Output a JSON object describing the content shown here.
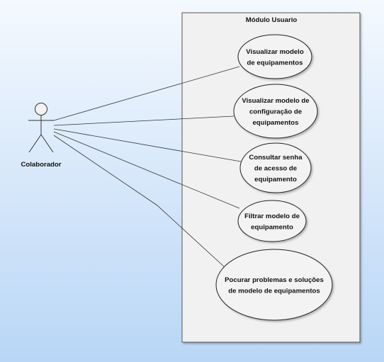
{
  "diagram": {
    "system_boundary": {
      "title": "Módulo Usuario"
    },
    "actor": {
      "name": "Colaborador"
    },
    "use_cases": [
      {
        "lines": [
          "Visualizar modelo",
          "de equipamentos"
        ]
      },
      {
        "lines": [
          "Visualizar modelo de",
          "configuração de",
          "equipamentos"
        ]
      },
      {
        "lines": [
          "Consultar senha",
          "de acesso de",
          "equipamento"
        ]
      },
      {
        "lines": [
          "Filtrar modelo de",
          "equipamento"
        ]
      },
      {
        "lines": [
          "Pocurar problemas e soluções",
          "de modelo de equipamentos"
        ]
      }
    ]
  },
  "colors": {
    "background_top": "#f4f9fe",
    "background_bottom": "#b9d6f6",
    "boundary_fill": "#f1f1f1",
    "boundary_stroke": "#555555",
    "ellipse_fill": "#f3f3f3",
    "line_color": "#333333"
  }
}
